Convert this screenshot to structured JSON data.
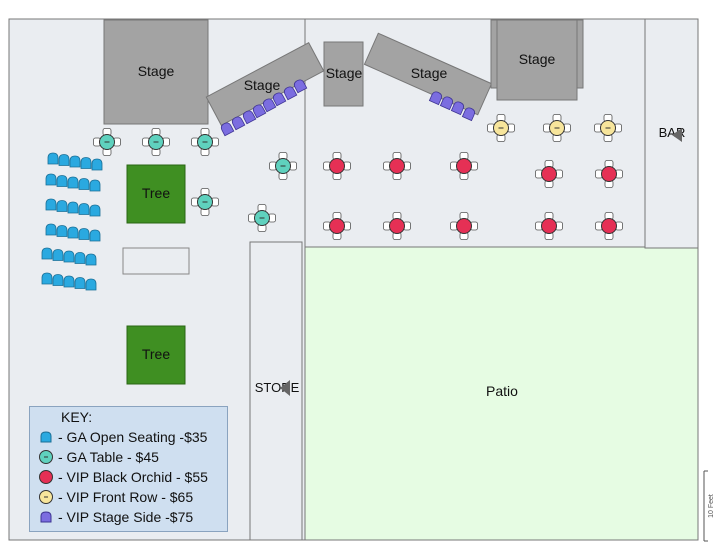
{
  "labels": {
    "stage": "Stage",
    "tree": "Tree",
    "bar": "BAR",
    "store": "STORE",
    "patio": "Patio"
  },
  "legend": {
    "title": "KEY:",
    "items": [
      {
        "symbol": "seat-icon",
        "color": "#2aa9e0",
        "label": "- GA Open Seating -$35"
      },
      {
        "symbol": "ga-table-icon",
        "color": "#5fd1be",
        "label": "- GA Table - $45"
      },
      {
        "symbol": "vip-orchid-icon",
        "color": "#e53055",
        "label": "- VIP Black Orchid - $55"
      },
      {
        "symbol": "vip-front-icon",
        "color": "#f7e59b",
        "label": "- VIP Front Row - $65"
      },
      {
        "symbol": "vip-stage-side-icon",
        "color": "#7b6de0",
        "label": "- VIP Stage Side -$75"
      }
    ]
  },
  "scale": {
    "label": "10 Feet"
  },
  "colors": {
    "floor": "#eaedf1",
    "stage": "#a3a3a3",
    "tree": "#3f8f22",
    "patio": "#e6fce3",
    "ga_seat": "#2aa9e0",
    "ga_table": "#5fd1be",
    "vip_orchid": "#e53055",
    "vip_front": "#f7e59b",
    "vip_stage_side": "#7b6de0"
  }
}
